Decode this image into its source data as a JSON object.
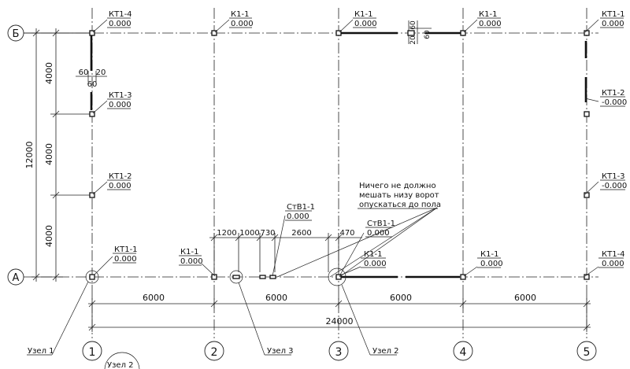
{
  "axes": {
    "rows": [
      "Б",
      "А"
    ],
    "cols": [
      "1",
      "2",
      "3",
      "4",
      "5"
    ]
  },
  "dimensions": {
    "bottom_spans": [
      "6000",
      "6000",
      "6000",
      "6000"
    ],
    "bottom_total": "24000",
    "left_spans": [
      "4000",
      "4000",
      "4000"
    ],
    "left_total": "12000",
    "gate_chain": [
      "1200",
      "1000",
      "730",
      "2600",
      "470"
    ],
    "detail_top": [
      "20",
      "60"
    ],
    "detail_top_side": "60",
    "detail_left": [
      "60",
      "20"
    ],
    "detail_left_below": "60"
  },
  "marks": [
    {
      "code": "КТ1-4",
      "level": "0.000"
    },
    {
      "code": "К1-1",
      "level": "0.000"
    },
    {
      "code": "К1-1",
      "level": "0.000"
    },
    {
      "code": "К1-1",
      "level": "0.000"
    },
    {
      "code": "КТ1-1",
      "level": "0.000"
    },
    {
      "code": "КТ1-3",
      "level": "0.000"
    },
    {
      "code": "КТ1-2",
      "level": "-0.000"
    },
    {
      "code": "КТ1-2",
      "level": "0.000"
    },
    {
      "code": "КТ1-3",
      "level": "-0.000"
    },
    {
      "code": "КТ1-1",
      "level": "0.000"
    },
    {
      "code": "К1-1",
      "level": "0.000"
    },
    {
      "code": "СтВ1-1",
      "level": "0.000"
    },
    {
      "code": "СтВ1-1",
      "level": "0.000"
    },
    {
      "code": "К1-1",
      "level": "0.000"
    },
    {
      "code": "К1-1",
      "level": "0.000"
    },
    {
      "code": "КТ1-4",
      "level": "0.000"
    }
  ],
  "note": [
    "Ничего не должно",
    "мешать низу ворот",
    "опускаться до пола"
  ],
  "callouts": [
    "Узел 1",
    "Узел 3",
    "Узел 2",
    "Узел 2"
  ]
}
